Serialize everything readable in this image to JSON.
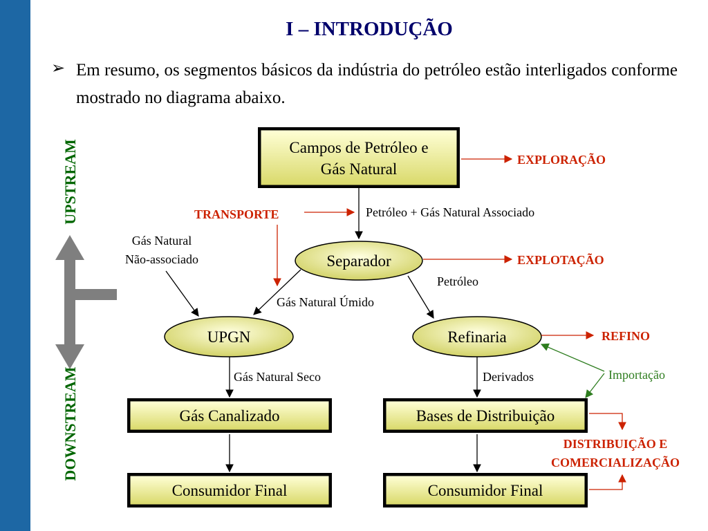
{
  "slide": {
    "title": "I – INTRODUÇÃO",
    "bullet_glyph": "➢",
    "bullet_text": "Em resumo, os segmentos básicos da indústria do petróleo estão interligados conforme mostrado no diagrama abaixo."
  },
  "side_labels": {
    "upstream": "UPSTREAM",
    "downstream": "DOWNSTREAM"
  },
  "nodes": {
    "campos_line1": "Campos de Petróleo e",
    "campos_line2": "Gás Natural",
    "separador": "Separador",
    "upgn": "UPGN",
    "refinaria": "Refinaria",
    "gas_canalizado": "Gás Canalizado",
    "bases_distribuicao": "Bases de Distribuição",
    "consumidor_final_left": "Consumidor Final",
    "consumidor_final_right": "Consumidor Final"
  },
  "edge_labels": {
    "petroleo_gas_associado": "Petróleo + Gás Natural Associado",
    "gas_nao_associado_line1": "Gás Natural",
    "gas_nao_associado_line2": "Não-associado",
    "gas_umido": "Gás Natural Úmido",
    "petroleo": "Petróleo",
    "gas_seco": "Gás Natural Seco",
    "derivados": "Derivados",
    "importacao": "Importação"
  },
  "stages": {
    "exploracao": "EXPLORAÇÃO",
    "transporte": "TRANSPORTE",
    "explotacao": "EXPLOTAÇÃO",
    "refino": "REFINO",
    "distribuicao_line1": "DISTRIBUIÇÃO E",
    "distribuicao_line2": "COMERCIALIZAÇÃO"
  },
  "colors": {
    "sidebar": "#1d67a4",
    "title": "#00006b",
    "stage_red": "#cc2200",
    "upstream_green": "#006600",
    "import_green": "#2e7d1f",
    "node_fill_light": "#ffffcc",
    "node_fill_dark": "#d6d66b",
    "gray_arrow": "#808080"
  }
}
